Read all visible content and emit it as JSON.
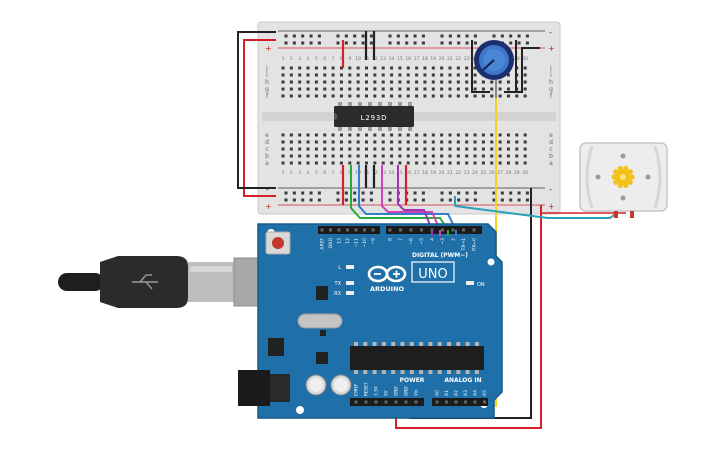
{
  "breadboard": {
    "left_rows": [
      "j",
      "i",
      "h",
      "g",
      "f",
      "e",
      "d",
      "c",
      "b",
      "a"
    ],
    "right_rows": [
      "j",
      "i",
      "h",
      "g",
      "f",
      "e",
      "d",
      "c",
      "b",
      "a"
    ],
    "col_numbers": [
      "1",
      "2",
      "3",
      "4",
      "5",
      "6",
      "7",
      "8",
      "9",
      "10",
      "11",
      "12",
      "13",
      "14",
      "15",
      "16",
      "17",
      "18",
      "19",
      "20",
      "21",
      "22",
      "23",
      "24",
      "25",
      "26",
      "27",
      "28",
      "29",
      "30"
    ],
    "rail_plus": "+",
    "rail_minus": "-"
  },
  "chip": {
    "label": "L293D"
  },
  "arduino": {
    "brand": "ARDUINO",
    "model": "UNO",
    "digital_label": "DIGITAL (PWM~)",
    "power_label": "POWER",
    "analog_label": "ANALOG IN",
    "on_label": "ON",
    "tx_label": "TX",
    "rx_label": "RX",
    "l_label": "L",
    "digital_pins": [
      "AREF",
      "GND",
      "13",
      "12",
      "~11",
      "~10",
      "~9",
      "8",
      "7",
      "~6",
      "~5",
      "4",
      "~3",
      "2",
      "TX→1",
      "RX←0"
    ],
    "power_pins": [
      "IOREF",
      "RESET",
      "3.3V",
      "5V",
      "GND",
      "GND",
      "Vin"
    ],
    "analog_pins": [
      "A0",
      "A1",
      "A2",
      "A3",
      "A4",
      "A5"
    ]
  },
  "colors": {
    "board_blue": "#1f6fa8",
    "wire_red": "#d6202a",
    "wire_black": "#222222",
    "wire_yellow": "#f2d21b",
    "wire_green": "#2bab3c",
    "wire_purple": "#9b37b0",
    "wire_blue": "#2f7fc9",
    "wire_magenta": "#d13fb9",
    "wire_teal": "#2a9fb8"
  },
  "icons": [
    "usb-cable-icon",
    "potentiometer-icon",
    "dc-motor-icon",
    "reset-button-icon"
  ]
}
